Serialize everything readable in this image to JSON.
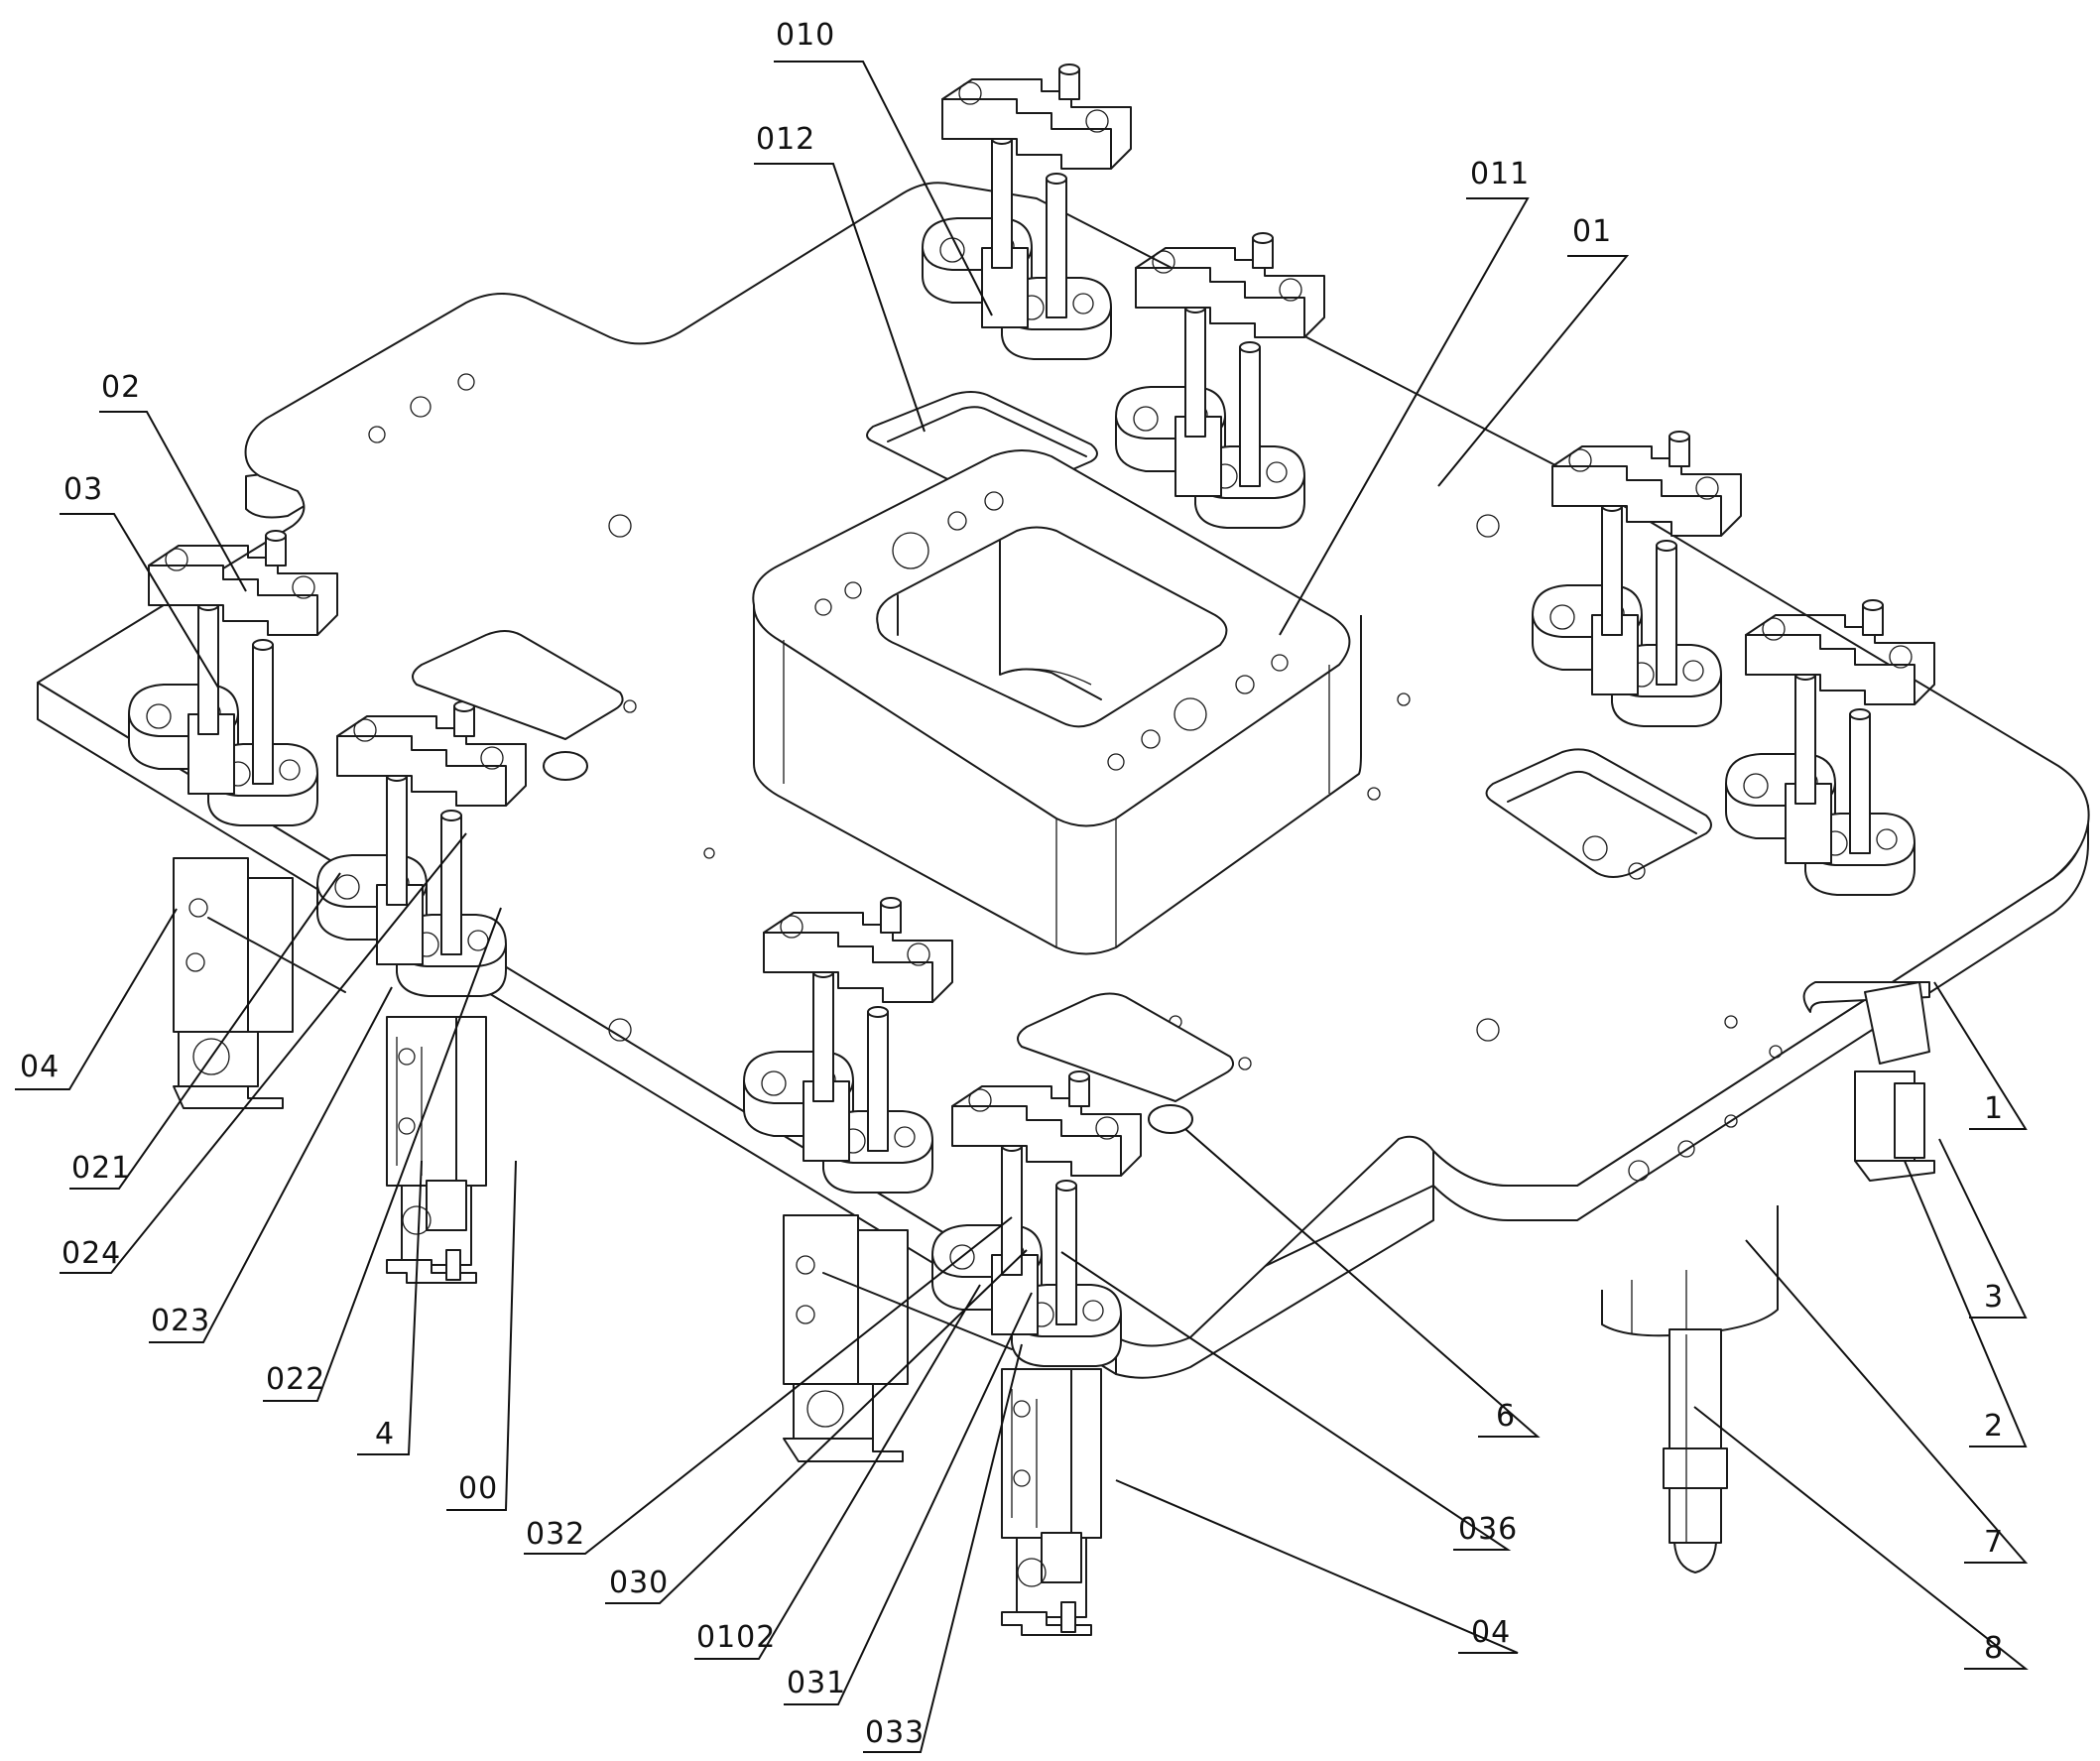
{
  "labels": {
    "l010": "010",
    "l012": "012",
    "l011": "011",
    "l01": "01",
    "l02": "02",
    "l03": "03",
    "l04a": "04",
    "l021": "021",
    "l024": "024",
    "l023": "023",
    "l022": "022",
    "l4": "4",
    "l00": "00",
    "l032": "032",
    "l030": "030",
    "l0102": "0102",
    "l031": "031",
    "l033": "033",
    "l04b": "04",
    "l036": "036",
    "l6": "6",
    "l1": "1",
    "l3": "3",
    "l2": "2",
    "l7": "7",
    "l8": "8"
  },
  "colors": {
    "line": "#1a1a1a",
    "background": "#ffffff"
  }
}
